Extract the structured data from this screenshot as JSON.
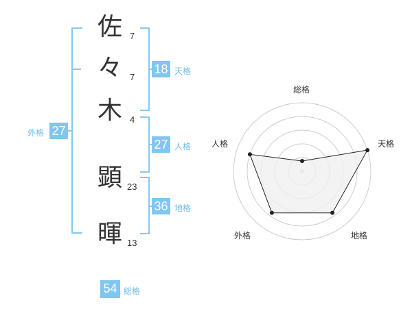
{
  "name": {
    "characters": [
      {
        "char": "佐",
        "strokes": "7"
      },
      {
        "char": "々",
        "strokes": "7"
      },
      {
        "char": "木",
        "strokes": "4"
      },
      {
        "char": "顕",
        "strokes": "23"
      },
      {
        "char": "暉",
        "strokes": "13"
      }
    ]
  },
  "fortune": {
    "tenkaku": {
      "value": "18",
      "label": "天格"
    },
    "jinkaku": {
      "value": "27",
      "label": "人格"
    },
    "chikaku": {
      "value": "36",
      "label": "地格"
    },
    "gaikaku": {
      "value": "27",
      "label": "外格"
    },
    "soukaku": {
      "value": "54",
      "label": "総格"
    }
  },
  "radar": {
    "axes": [
      "総格",
      "天格",
      "地格",
      "外格",
      "人格"
    ],
    "values": [
      0.15,
      1.0,
      0.75,
      0.75,
      0.8
    ],
    "colors": {
      "fill": "#f0f0f0",
      "stroke": "#222222",
      "grid": "#cccccc"
    }
  }
}
